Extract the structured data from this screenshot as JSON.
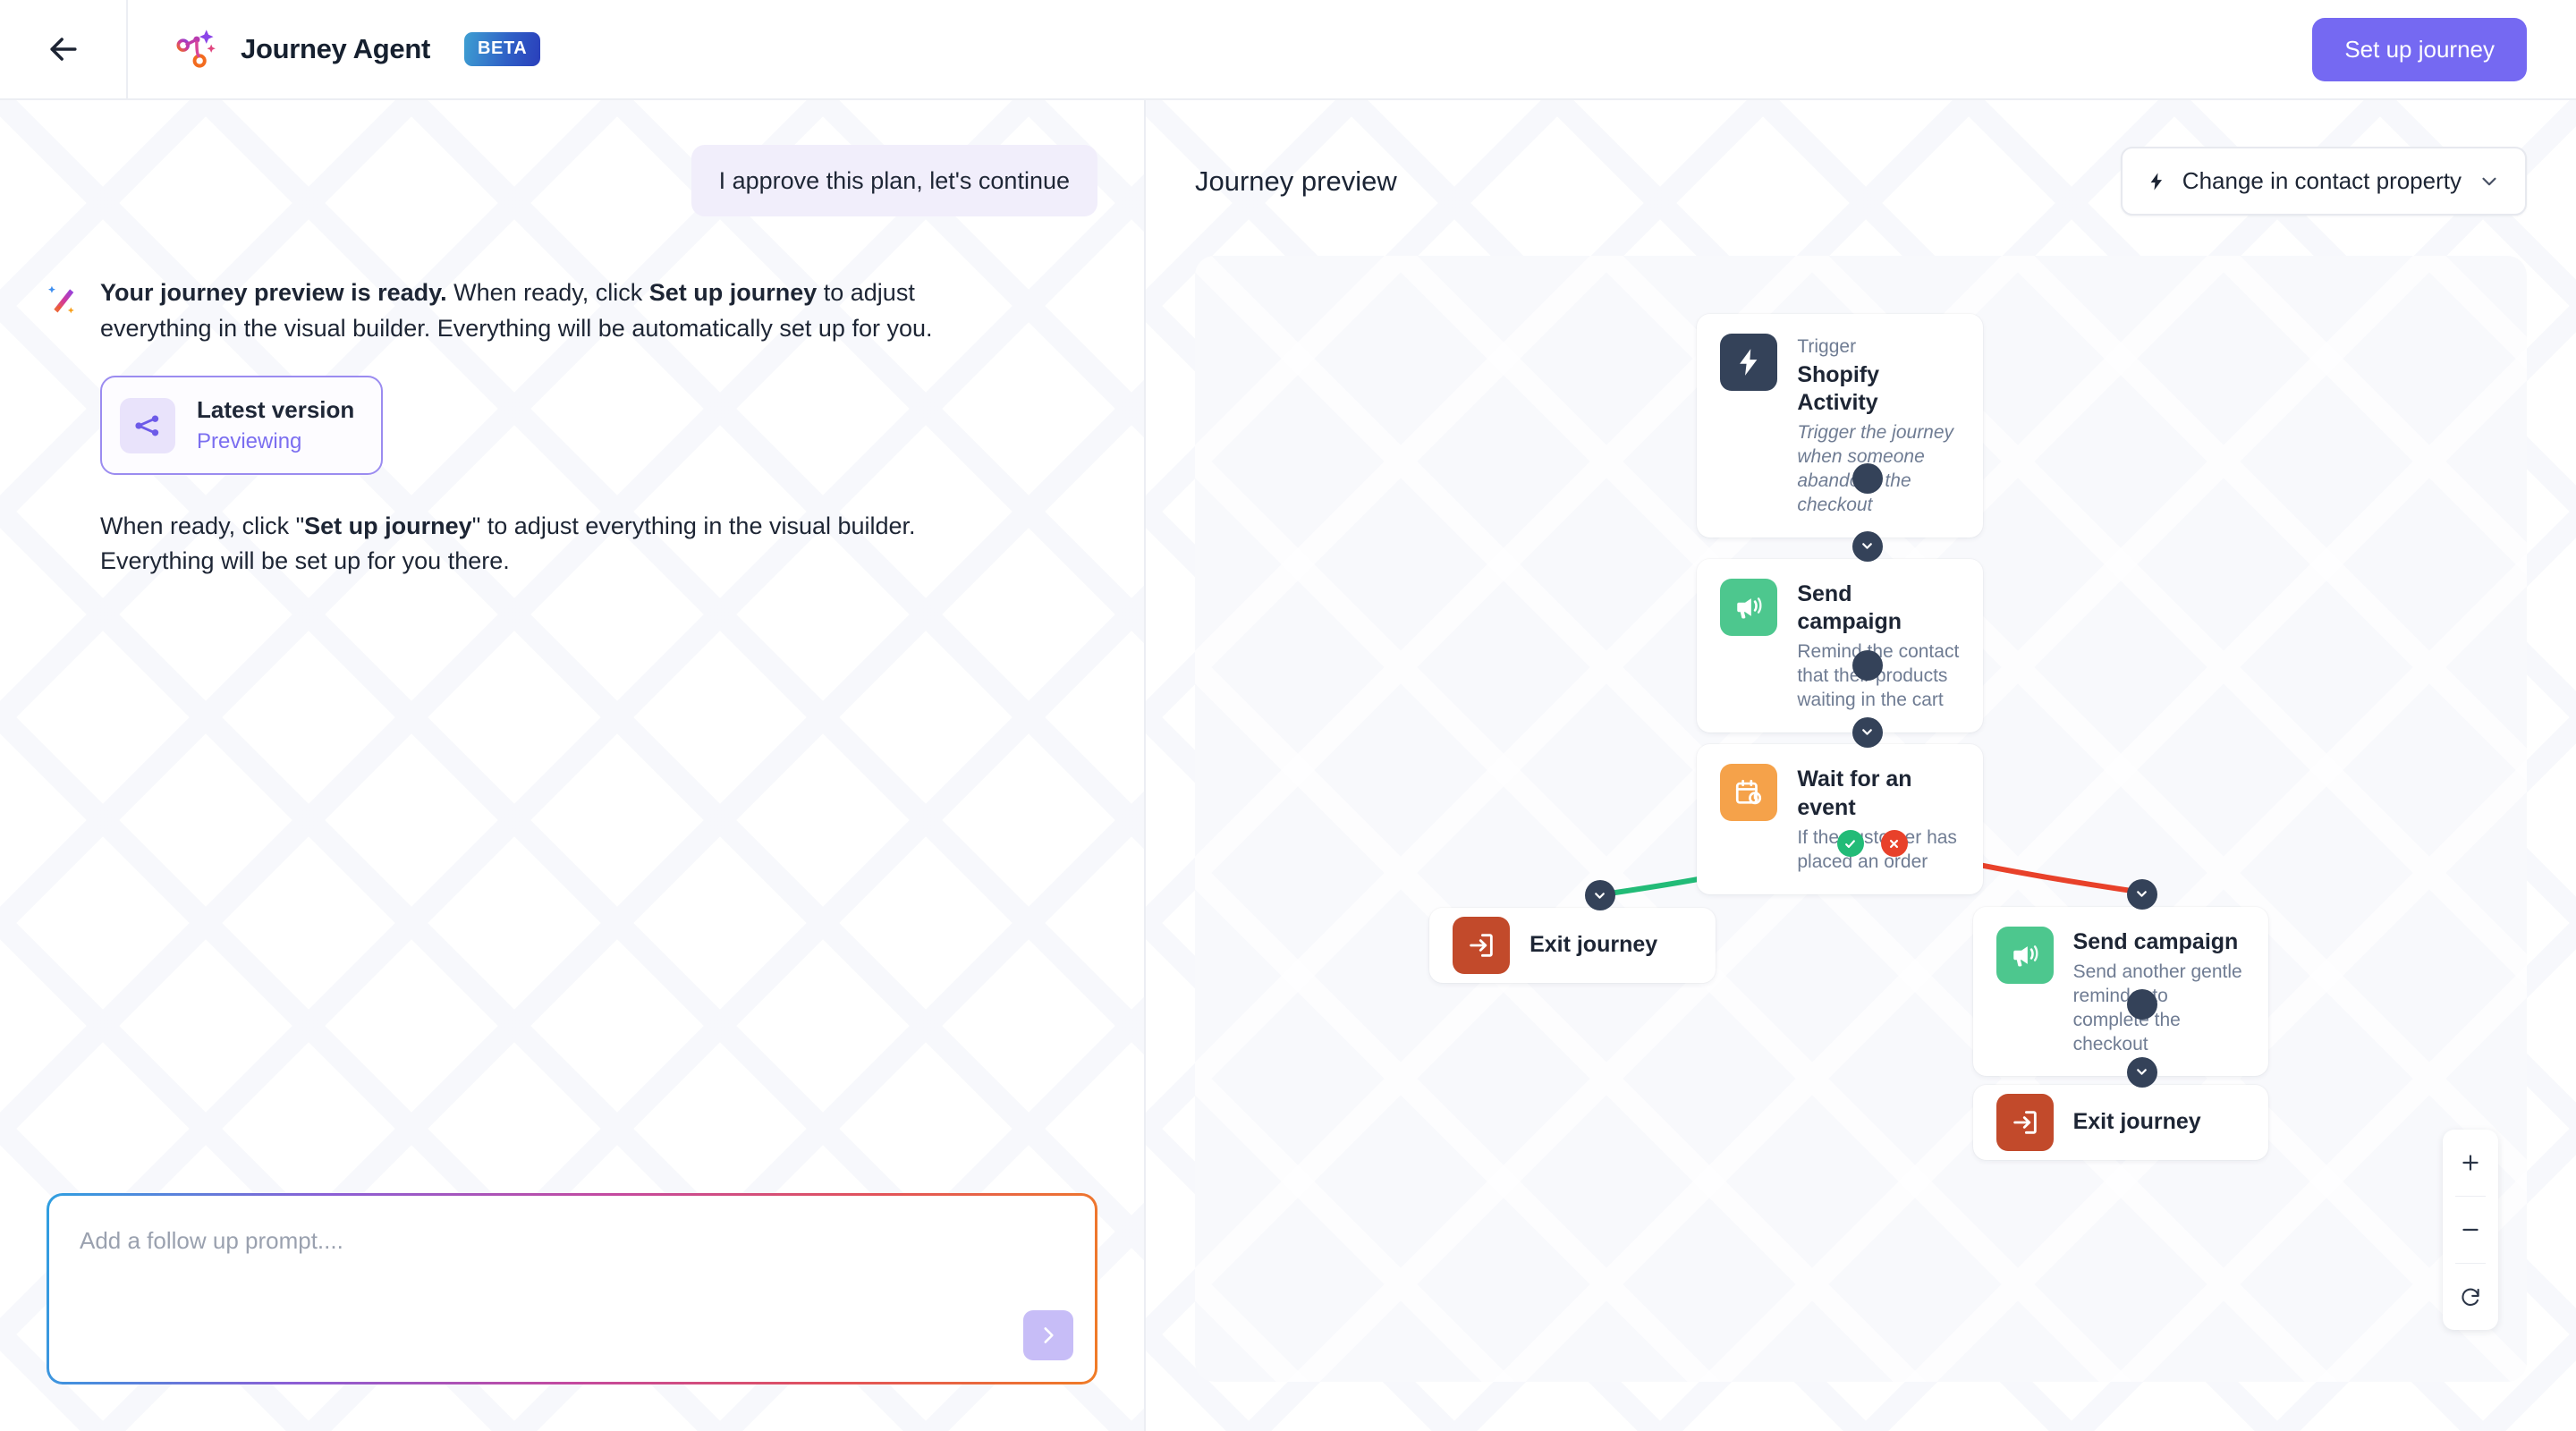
{
  "header": {
    "back_icon": "arrow-left-icon",
    "logo_icon": "journey-agent-logo",
    "title": "Journey Agent",
    "badge": "BETA",
    "primary_button": "Set up journey"
  },
  "chat": {
    "user_message": "I approve this plan, let's continue",
    "agent_icon": "magic-wand-icon",
    "agent_message": {
      "bold_lead": "Your journey preview is ready.",
      "rest": " When ready, click ",
      "bold_mid": "Set up journey",
      "tail": " to adjust everything in the visual builder. Everything will be automatically set up for you."
    },
    "version_card": {
      "icon": "share-nodes-icon",
      "title": "Latest version",
      "status": "Previewing"
    },
    "closing": {
      "pre": "When ready, click \"",
      "bold": "Set up journey",
      "post": "\" to adjust everything in the visual builder. Everything will be set up for you there."
    }
  },
  "prompt": {
    "placeholder": "Add a follow up prompt....",
    "value": "",
    "send_icon": "chevron-right-icon"
  },
  "preview": {
    "title": "Journey preview",
    "trigger_select": {
      "icon": "lightning-bolt-icon",
      "label": "Change in contact property",
      "chevron": "chevron-down-icon"
    },
    "zoom_controls": {
      "zoom_in": "plus-icon",
      "zoom_out": "minus-icon",
      "reset": "refresh-icon"
    }
  },
  "flow": {
    "nodes": [
      {
        "id": "trigger",
        "kicker": "Trigger",
        "title": "Shopify Activity",
        "desc": "Trigger the journey when someone abandons the checkout",
        "icon": "lightning-bolt-icon",
        "icon_color": "#344259"
      },
      {
        "id": "send-1",
        "kicker": "",
        "title": "Send campaign",
        "desc": "Remind the contact that their products waiting in the cart",
        "icon": "megaphone-icon",
        "icon_color": "#4dc78e"
      },
      {
        "id": "wait",
        "kicker": "",
        "title": "Wait for an event",
        "desc": "If the customer has placed an order",
        "icon": "calendar-clock-icon",
        "icon_color": "#f5a council"
      },
      {
        "id": "exit-left",
        "kicker": "",
        "title": "Exit journey",
        "desc": "",
        "icon": "exit-icon",
        "icon_color": "#c24a2b"
      },
      {
        "id": "send-2",
        "kicker": "",
        "title": "Send campaign",
        "desc": "Send another gentle reminder to complete the checkout",
        "icon": "megaphone-icon",
        "icon_color": "#4dc78e"
      },
      {
        "id": "exit-right",
        "kicker": "",
        "title": "Exit journey",
        "desc": "",
        "icon": "exit-icon",
        "icon_color": "#c24a2b"
      }
    ],
    "branch_labels": {
      "yes": "check-icon",
      "no": "x-icon"
    },
    "edge_colors": {
      "yes": "#22bb77",
      "no": "#e8412a",
      "default": "#344259"
    }
  }
}
